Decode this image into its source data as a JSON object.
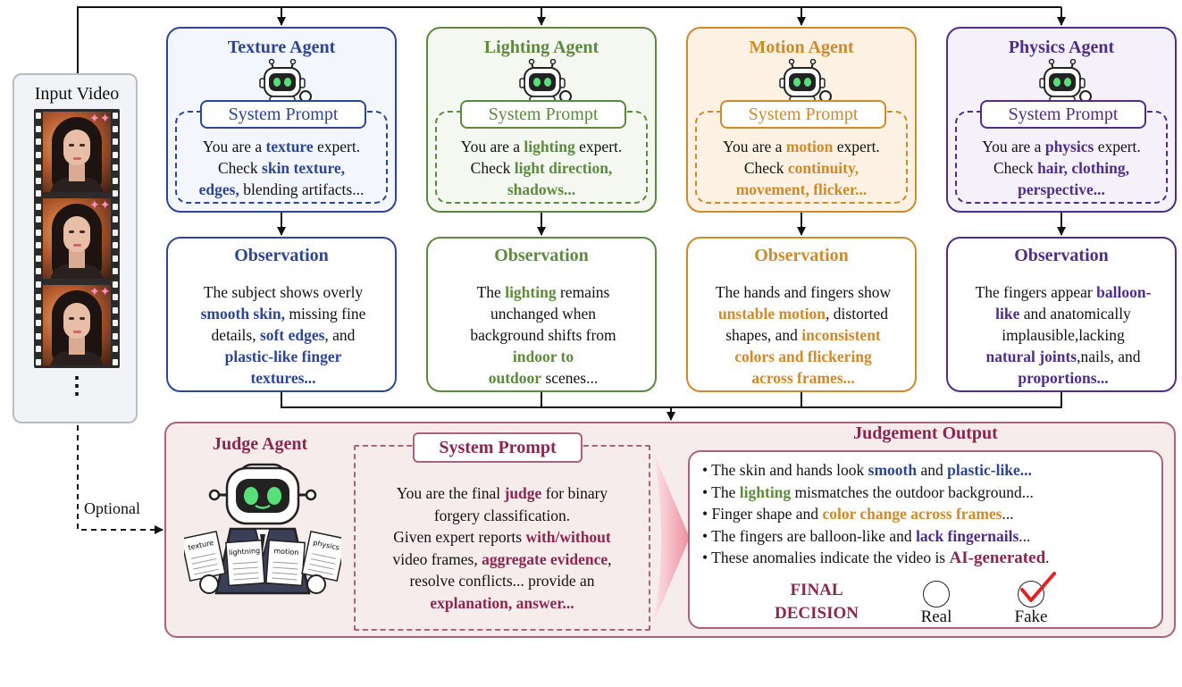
{
  "input": {
    "title": "Input Video",
    "more": "⋮"
  },
  "optional_label": "Optional",
  "colors": {
    "texture": "#2d4596",
    "lighting": "#5c8a3e",
    "motion": "#cf8a2b",
    "physics": "#4f2d8a",
    "judge": "#8b2650"
  },
  "agents": [
    {
      "title": "Texture Agent",
      "system_prompt_label": "System Prompt",
      "prompt": [
        [
          {
            "t": "You are a "
          },
          {
            "t": "texture",
            "b": 1
          },
          {
            "t": " expert."
          }
        ],
        [
          {
            "t": "Check "
          },
          {
            "t": "skin texture,",
            "b": 1
          }
        ],
        [
          {
            "t": "edges,",
            "b": 1
          },
          {
            "t": " blending artifacts..."
          }
        ]
      ],
      "observation_title": "Observation",
      "observation": [
        [
          {
            "t": "The subject shows overly"
          }
        ],
        [
          {
            "t": "smooth skin,",
            "b": 1
          },
          {
            "t": " missing fine"
          }
        ],
        [
          {
            "t": "details, "
          },
          {
            "t": "soft edges",
            "b": 1
          },
          {
            "t": ", and"
          }
        ],
        [
          {
            "t": "plastic-like finger",
            "b": 1
          }
        ],
        [
          {
            "t": "textures...",
            "b": 1
          }
        ]
      ]
    },
    {
      "title": "Lighting Agent",
      "system_prompt_label": "System Prompt",
      "prompt": [
        [
          {
            "t": "You are a "
          },
          {
            "t": "lighting",
            "b": 1
          },
          {
            "t": " expert."
          }
        ],
        [
          {
            "t": "Check "
          },
          {
            "t": "light direction,",
            "b": 1
          }
        ],
        [
          {
            "t": "shadows...",
            "b": 1
          }
        ]
      ],
      "observation_title": "Observation",
      "observation": [
        [
          {
            "t": "The "
          },
          {
            "t": "lighting",
            "b": 1
          },
          {
            "t": " remains"
          }
        ],
        [
          {
            "t": "unchanged when"
          }
        ],
        [
          {
            "t": "background shifts from"
          }
        ],
        [
          {
            "t": "indoor to",
            "b": 1
          }
        ],
        [
          {
            "t": "outdoor",
            "b": 1
          },
          {
            "t": " scenes..."
          }
        ]
      ]
    },
    {
      "title": "Motion Agent",
      "system_prompt_label": "System Prompt",
      "prompt": [
        [
          {
            "t": "You are a "
          },
          {
            "t": "motion",
            "b": 1
          },
          {
            "t": " expert."
          }
        ],
        [
          {
            "t": "Check "
          },
          {
            "t": "continuity,",
            "b": 1
          }
        ],
        [
          {
            "t": "movement, flicker...",
            "b": 1
          }
        ]
      ],
      "observation_title": "Observation",
      "observation": [
        [
          {
            "t": "The hands and fingers show"
          }
        ],
        [
          {
            "t": "unstable motion",
            "b": 1
          },
          {
            "t": ", distorted"
          }
        ],
        [
          {
            "t": "shapes, and "
          },
          {
            "t": "inconsistent",
            "b": 1
          }
        ],
        [
          {
            "t": "colors and flickering",
            "b": 1
          }
        ],
        [
          {
            "t": "across frames...",
            "b": 1
          }
        ]
      ]
    },
    {
      "title": "Physics Agent",
      "system_prompt_label": "System Prompt",
      "prompt": [
        [
          {
            "t": "You are a "
          },
          {
            "t": "physics",
            "b": 1
          },
          {
            "t": " expert."
          }
        ],
        [
          {
            "t": "Check "
          },
          {
            "t": "hair, clothing,",
            "b": 1
          }
        ],
        [
          {
            "t": "perspective...",
            "b": 1
          }
        ]
      ],
      "observation_title": "Observation",
      "observation": [
        [
          {
            "t": "The fingers appear "
          },
          {
            "t": "balloon-",
            "b": 1
          }
        ],
        [
          {
            "t": "like",
            "b": 1
          },
          {
            "t": " and anatomically"
          }
        ],
        [
          {
            "t": "implausible,lacking"
          }
        ],
        [
          {
            "t": "natural joints",
            "b": 1
          },
          {
            "t": ",nails, and"
          }
        ],
        [
          {
            "t": "proportions...",
            "b": 1
          }
        ]
      ]
    }
  ],
  "judge": {
    "title": "Judge Agent",
    "system_prompt_label": "System Prompt",
    "paper_labels": [
      "texture",
      "lightning",
      "motion",
      "physics"
    ],
    "prompt": [
      [
        {
          "t": "You are the final "
        },
        {
          "t": "judge",
          "b": 1
        },
        {
          "t": " for binary"
        }
      ],
      [
        {
          "t": "forgery classification."
        }
      ],
      [
        {
          "t": "Given expert reports "
        },
        {
          "t": "with/without",
          "b": 1
        }
      ],
      [
        {
          "t": "video frames, "
        },
        {
          "t": "aggregate evidence",
          "b": 1
        },
        {
          "t": ","
        }
      ],
      [
        {
          "t": "resolve conflicts... provide an"
        }
      ],
      [
        {
          "t": "explanation, answer...",
          "b": 1
        }
      ]
    ]
  },
  "output": {
    "title": "Judgement Output",
    "lines": [
      [
        {
          "t": "• The skin and hands look "
        },
        {
          "t": "smooth",
          "c": "texture"
        },
        {
          "t": " and "
        },
        {
          "t": "plastic-like...",
          "c": "texture"
        }
      ],
      [
        {
          "t": "• The "
        },
        {
          "t": "lighting",
          "c": "lighting"
        },
        {
          "t": " mismatches the outdoor background..."
        }
      ],
      [
        {
          "t": "• Finger shape and "
        },
        {
          "t": "color change across frames",
          "c": "motion"
        },
        {
          "t": "..."
        }
      ],
      [
        {
          "t": "• The fingers are balloon-like and "
        },
        {
          "t": "lack fingernails",
          "c": "physics"
        },
        {
          "t": "..."
        }
      ],
      [
        {
          "t": "• These anomalies indicate the video is  "
        },
        {
          "t": "AI-generated",
          "c": "judge",
          "big": 1
        },
        {
          "t": "."
        }
      ]
    ],
    "final_decision_line1": "FINAL",
    "final_decision_line2": "DECISION",
    "option_real": "Real",
    "option_fake": "Fake",
    "selected": "Fake"
  }
}
